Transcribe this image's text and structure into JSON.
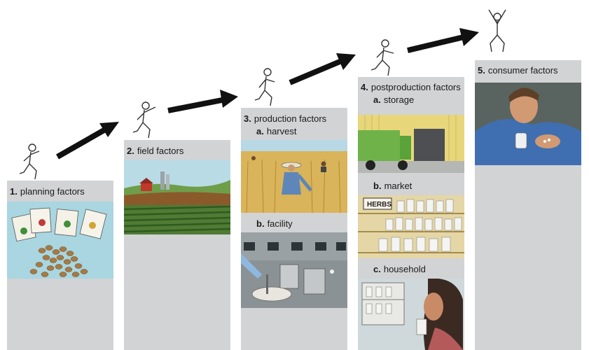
{
  "stages": [
    {
      "number": "1.",
      "label": "planning factors",
      "image": "seeds-packets-illustration"
    },
    {
      "number": "2.",
      "label": "field factors",
      "image": "farm-field-illustration"
    },
    {
      "number": "3.",
      "label": "production factors",
      "subs": [
        {
          "letter": "a.",
          "label": "harvest",
          "image": "harvest-workers-illustration"
        },
        {
          "letter": "b.",
          "label": "facility",
          "image": "processing-facility-illustration"
        }
      ]
    },
    {
      "number": "4.",
      "label": "postproduction factors",
      "subs": [
        {
          "letter": "a.",
          "label": "storage",
          "image": "warehouse-truck-illustration"
        },
        {
          "letter": "b.",
          "label": "market",
          "image": "store-shelves-illustration"
        },
        {
          "letter": "c.",
          "label": "household",
          "image": "woman-with-bottle-illustration"
        }
      ]
    },
    {
      "number": "5.",
      "label": "consumer factors",
      "image": "man-with-pills-illustration"
    }
  ],
  "market_sign": "HERBS",
  "colors": {
    "column": "#d2d3d5",
    "arrow": "#111111",
    "text": "#1a1a1a"
  }
}
